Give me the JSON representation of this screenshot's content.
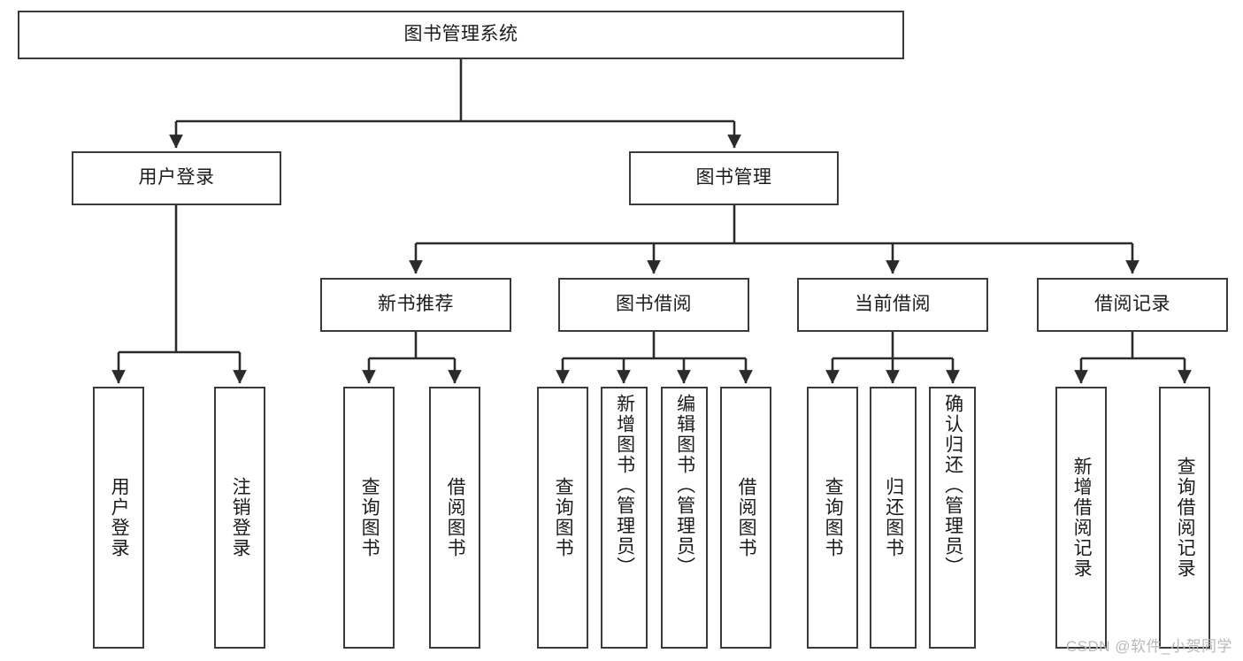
{
  "diagram": {
    "title": "图书管理系统",
    "type": "tree-hierarchy-chart",
    "colors": {
      "box_border": "#3a3a3a",
      "box_fill": "#ffffff",
      "edge": "#2b2b2b",
      "text": "#1b1b1b",
      "watermark": "#b9b9b9"
    }
  },
  "root": {
    "label": "图书管理系统"
  },
  "level2": [
    {
      "label": "用户登录"
    },
    {
      "label": "图书管理"
    }
  ],
  "level3": [
    {
      "label": "新书推荐"
    },
    {
      "label": "图书借阅"
    },
    {
      "label": "当前借阅"
    },
    {
      "label": "借阅记录"
    }
  ],
  "leaves": {
    "user_login": [
      {
        "label": "用户登录"
      },
      {
        "label": "注销登录"
      }
    ],
    "new_book_recommend": [
      {
        "label": "查询图书"
      },
      {
        "label": "借阅图书"
      }
    ],
    "book_borrow": [
      {
        "label": "查询图书"
      },
      {
        "label": "新增图书（管理员）"
      },
      {
        "label": "编辑图书（管理员）"
      },
      {
        "label": "借阅图书"
      }
    ],
    "current_borrow": [
      {
        "label": "查询图书"
      },
      {
        "label": "归还图书"
      },
      {
        "label": "确认归还（管理员）"
      }
    ],
    "borrow_record": [
      {
        "label": "新增借阅记录"
      },
      {
        "label": "查询借阅记录"
      }
    ]
  },
  "watermark": {
    "text": "CSDN @软件_小贺同学"
  }
}
